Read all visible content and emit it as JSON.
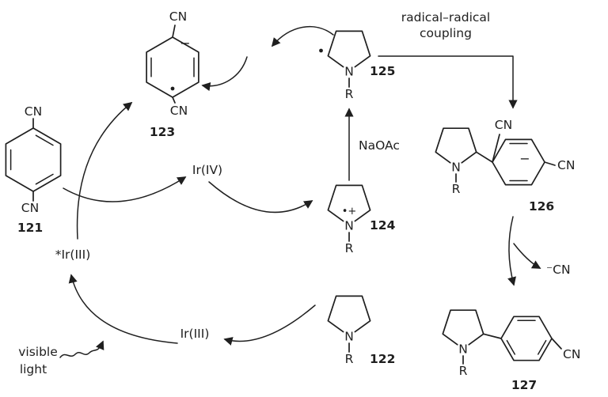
{
  "colors": {
    "ink": "#1f1f1f",
    "bg": "#ffffff"
  },
  "cycle": {
    "ir_iv": "Ir(IV)",
    "ir_iii_star": "*Ir(III)",
    "ir_iii": "Ir(III)",
    "visible_line1": "visible",
    "visible_line2": "light"
  },
  "annotations": {
    "coupling_line1": "radical–radical",
    "coupling_line2": "coupling",
    "naoac": "NaOAc",
    "minus_cn": "⁻CN"
  },
  "compounds": {
    "c121": {
      "number": "121",
      "cn_top": "CN",
      "cn_bottom": "CN"
    },
    "c122": {
      "number": "122",
      "n": "N",
      "r": "R"
    },
    "c123": {
      "number": "123",
      "cn_top": "CN",
      "cn_bottom": "CN",
      "charge": "−"
    },
    "c124": {
      "number": "124",
      "n": "N",
      "r": "R",
      "charge": "•+"
    },
    "c125": {
      "number": "125",
      "n": "N",
      "r": "R"
    },
    "c126": {
      "number": "126",
      "n": "N",
      "r": "R",
      "cn_top": "CN",
      "cn_right": "CN",
      "charge": "−"
    },
    "c127": {
      "number": "127",
      "n": "N",
      "r": "R",
      "cn": "CN"
    }
  }
}
